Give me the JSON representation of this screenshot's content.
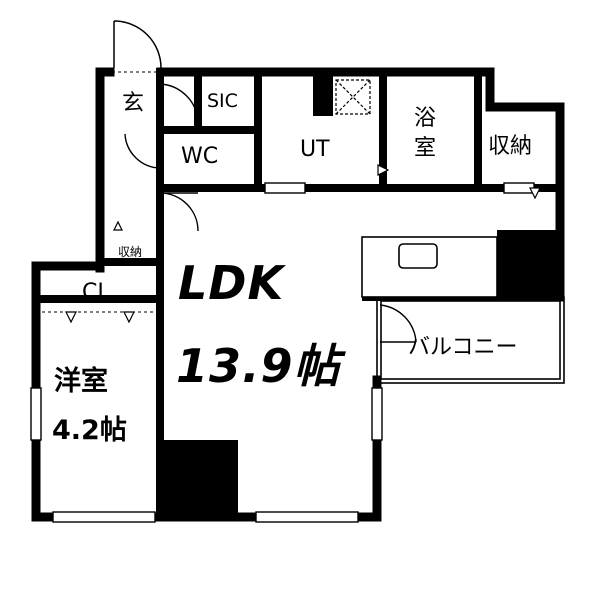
{
  "rooms": {
    "genkan": "玄",
    "sic": "SIC",
    "wc": "WC",
    "ut": "UT",
    "bath": "浴\n室",
    "storage_top": "収納",
    "storage_small": "収納",
    "cl": "CL",
    "youshitsu_name": "洋室",
    "youshitsu_size": "4.2帖",
    "ldk_name": "LDK",
    "ldk_size": "13.9帖",
    "balcony": "バルコニー"
  }
}
